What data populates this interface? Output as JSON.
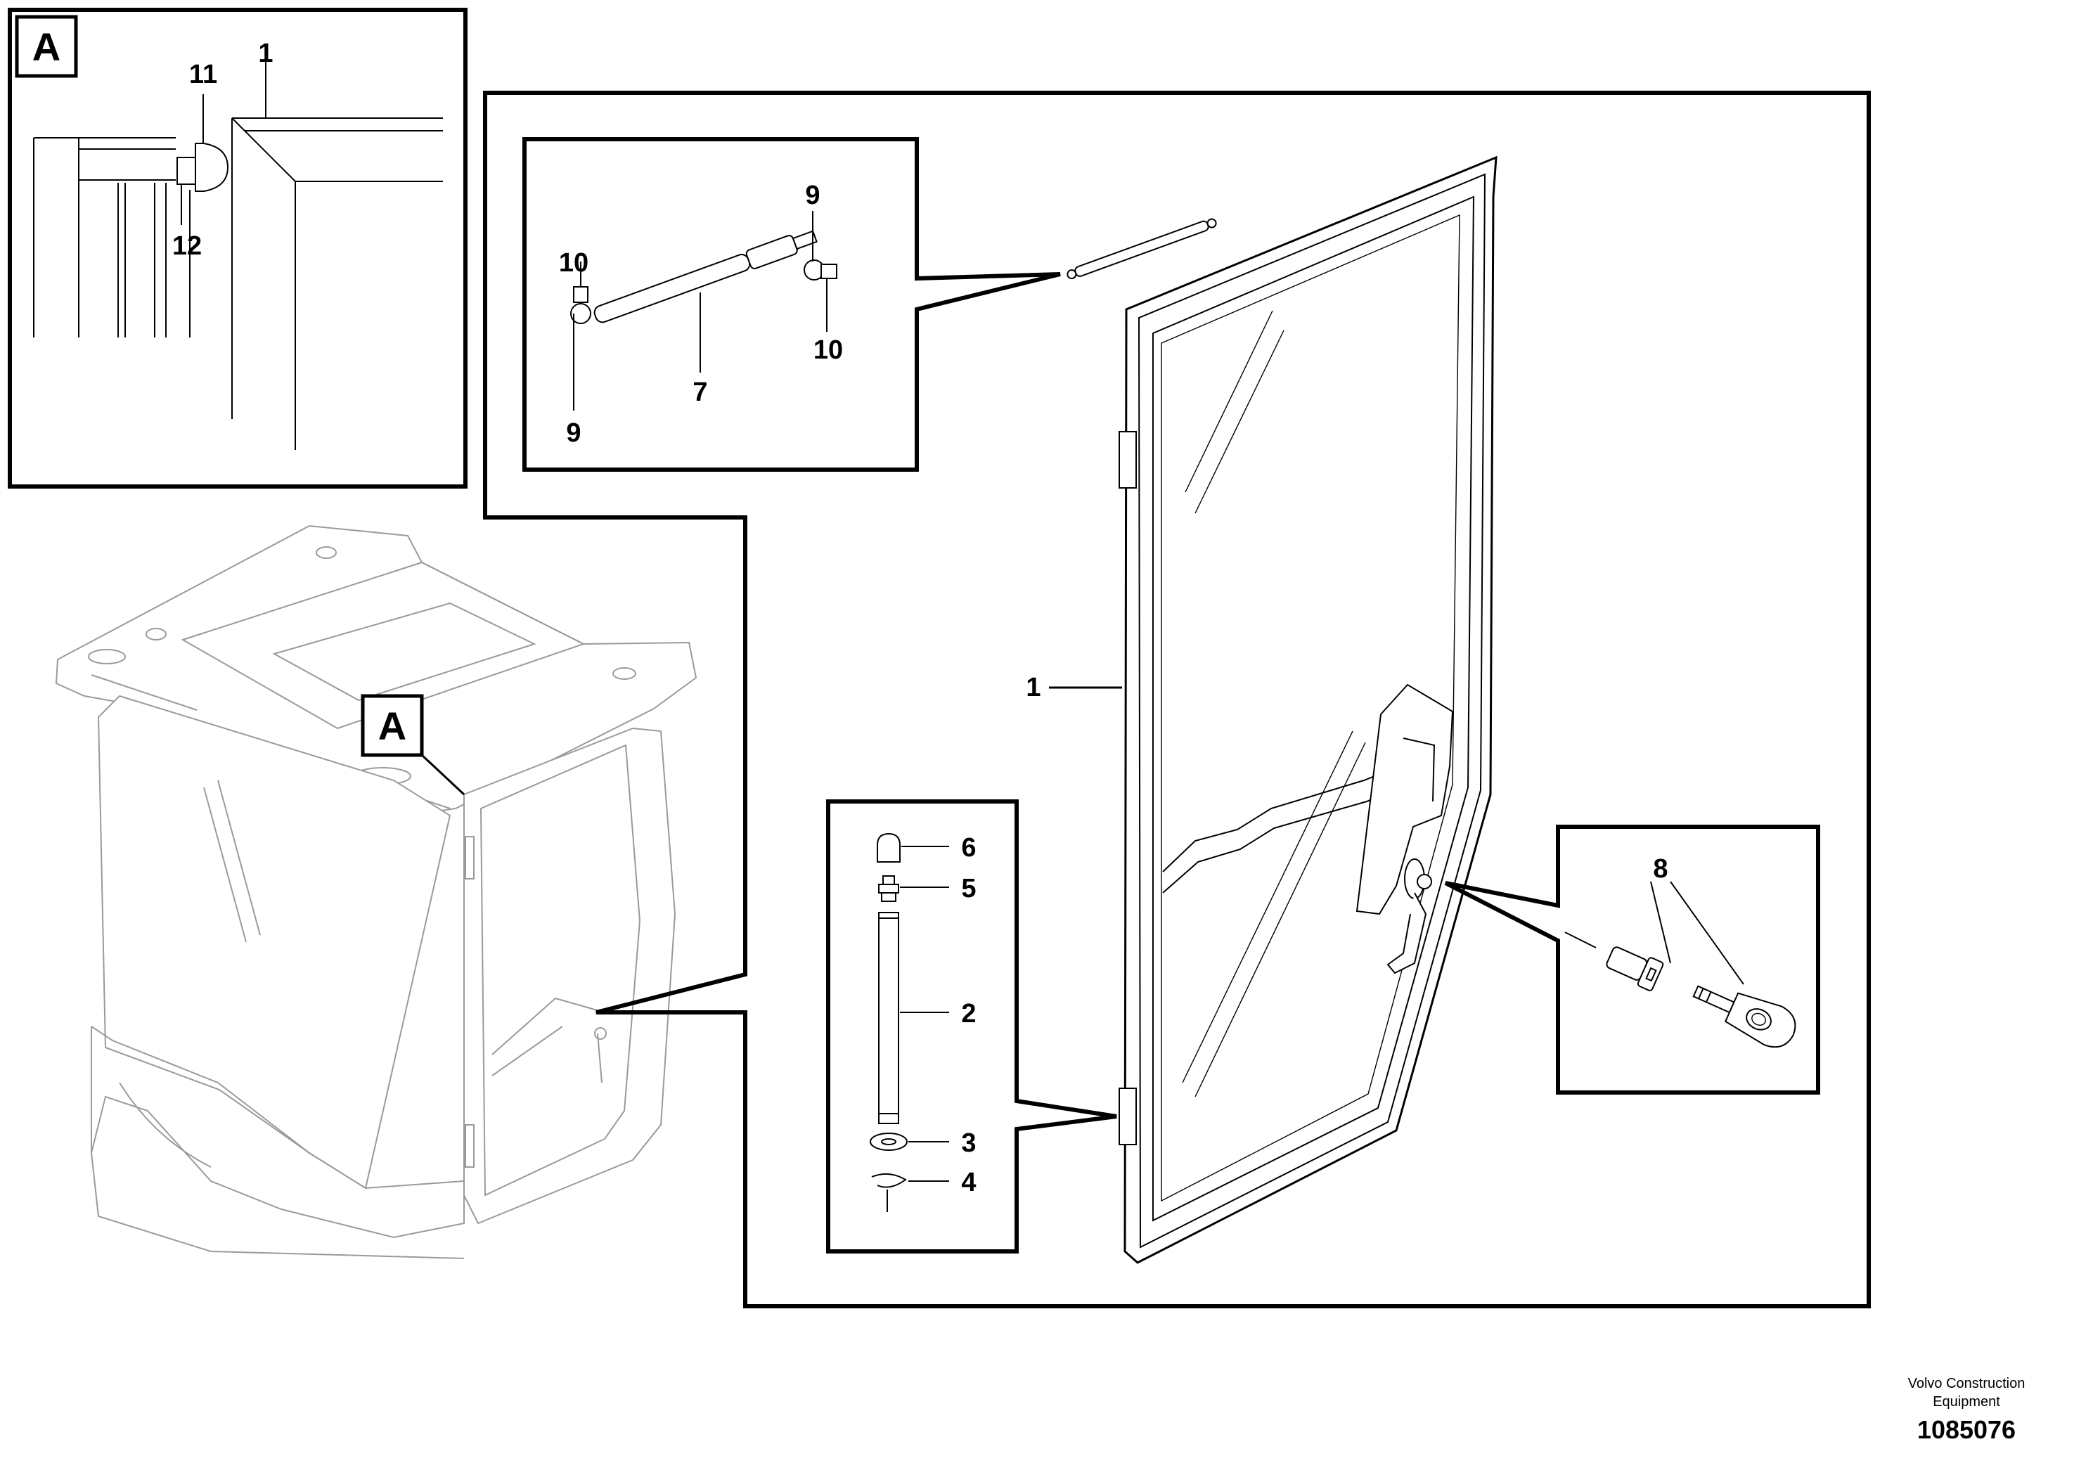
{
  "detail_label": "A",
  "callouts": {
    "c1_detail": "1",
    "c11": "11",
    "c12": "12",
    "c1_main": "1",
    "c2": "2",
    "c3": "3",
    "c4": "4",
    "c5": "5",
    "c6": "6",
    "c7": "7",
    "c8": "8",
    "c9_top": "9",
    "c9_bottom": "9",
    "c10_left": "10",
    "c10_right": "10"
  },
  "footer": {
    "brand_line1": "Volvo Construction",
    "brand_line2": "Equipment",
    "doc_number": "1085076"
  }
}
